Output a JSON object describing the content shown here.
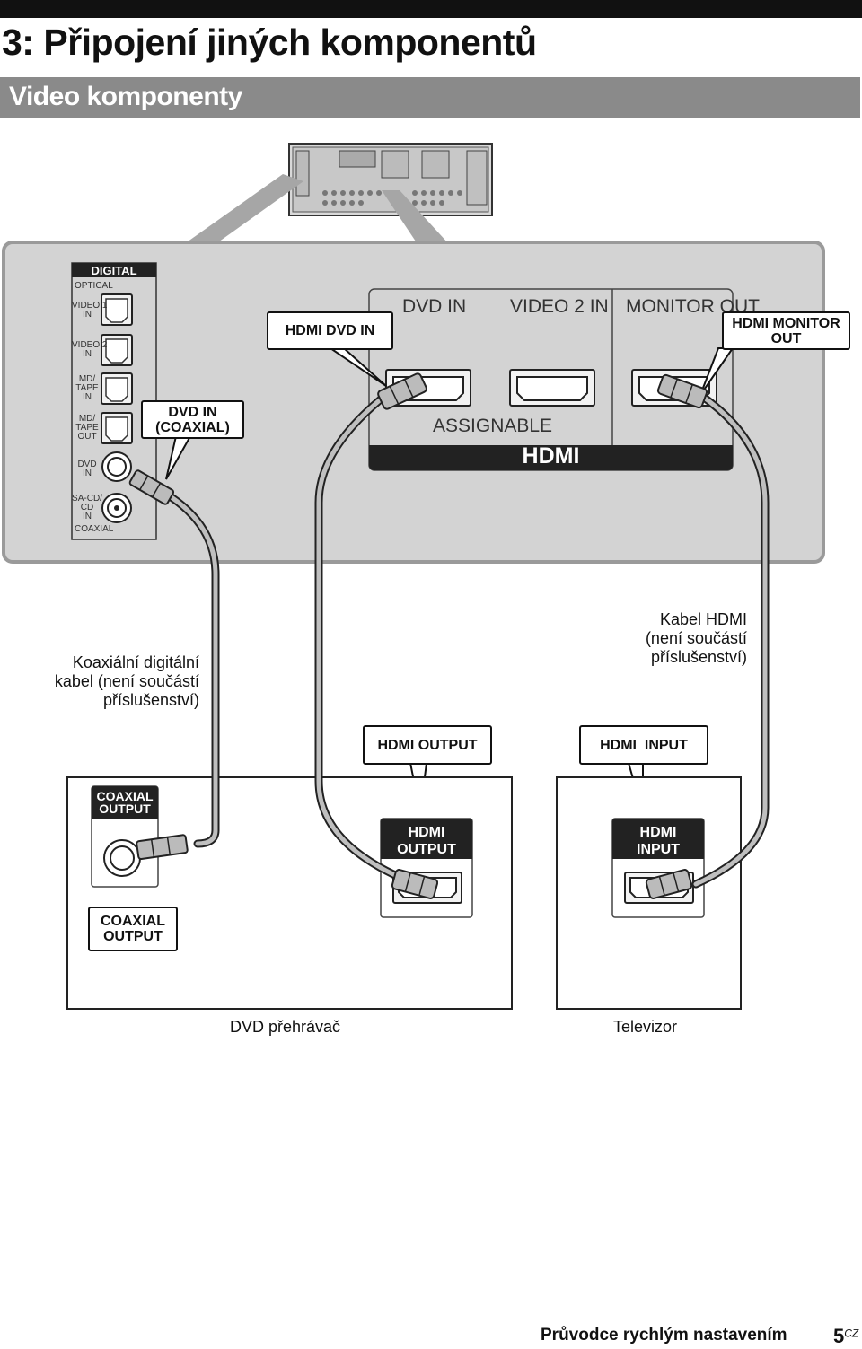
{
  "header": {
    "title": "3: Připojení jiných komponentů",
    "section": "Video komponenty"
  },
  "receiver_panel": {
    "digital_title": "DIGITAL",
    "optical": "OPTICAL",
    "video1_in": "VIDEO 1\nIN",
    "video2_in": "VIDEO 2\nIN",
    "md_tape_in": "MD/\nTAPE\nIN",
    "md_tape_out": "MD/\nTAPE\nOUT",
    "dvd_in": "DVD\nIN",
    "sacd_cd_in": "SA-CD/\nCD\nIN",
    "coaxial": "COAXIAL",
    "hdmi_dvd_in_header": "DVD IN",
    "hdmi_video2_in_header": "VIDEO 2 IN",
    "hdmi_monitor_out_header": "MONITOR OUT",
    "assignable": "ASSIGNABLE",
    "hdmi_bar": "HDMI"
  },
  "callouts": {
    "hdmi_dvd_in": "HDMI DVD IN",
    "hdmi_monitor_out": "HDMI MONITOR\nOUT",
    "dvd_in_coaxial": "DVD IN\n(COAXIAL)",
    "hdmi_output": "HDMI OUTPUT",
    "hdmi_input": "HDMI  INPUT",
    "coaxial_output": "COAXIAL\nOUTPUT"
  },
  "devices": {
    "dvd_coaxial_label": "COAXIAL\nOUTPUT",
    "dvd_hdmi_label": "HDMI\nOUTPUT",
    "tv_hdmi_label": "HDMI\nINPUT"
  },
  "cables": {
    "coaxial_desc": "Koaxiální digitální\nkabel (není součástí\npříslušenství)",
    "hdmi_desc": "Kabel HDMI\n(není součástí\npříslušenství)"
  },
  "captions": {
    "dvd_player": "DVD přehrávač",
    "tv": "Televizor"
  },
  "footer": {
    "guide": "Průvodce rychlým nastavením",
    "page": "5",
    "suffix": "CZ"
  }
}
